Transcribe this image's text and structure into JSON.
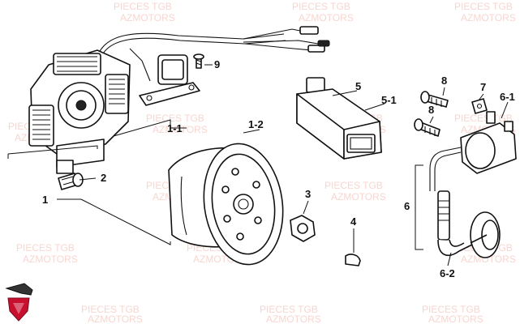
{
  "callouts": {
    "c1": "1",
    "c1_1": "1-1",
    "c1_2": "1-2",
    "c2": "2",
    "c3": "3",
    "c4": "4",
    "c5": "5",
    "c5_1": "5-1",
    "c6": "6",
    "c6_1": "6-1",
    "c6_2": "6-2",
    "c7": "7",
    "c8": "8",
    "c9": "9"
  },
  "watermark": {
    "line1": "PIECES TGB",
    "line2": "AZMOTORS"
  },
  "colors": {
    "watermark": "#f2b3a8",
    "logo": "#c8102e",
    "lines": "#111111"
  },
  "logo": {
    "icon": "azmotors-shield-icon"
  }
}
